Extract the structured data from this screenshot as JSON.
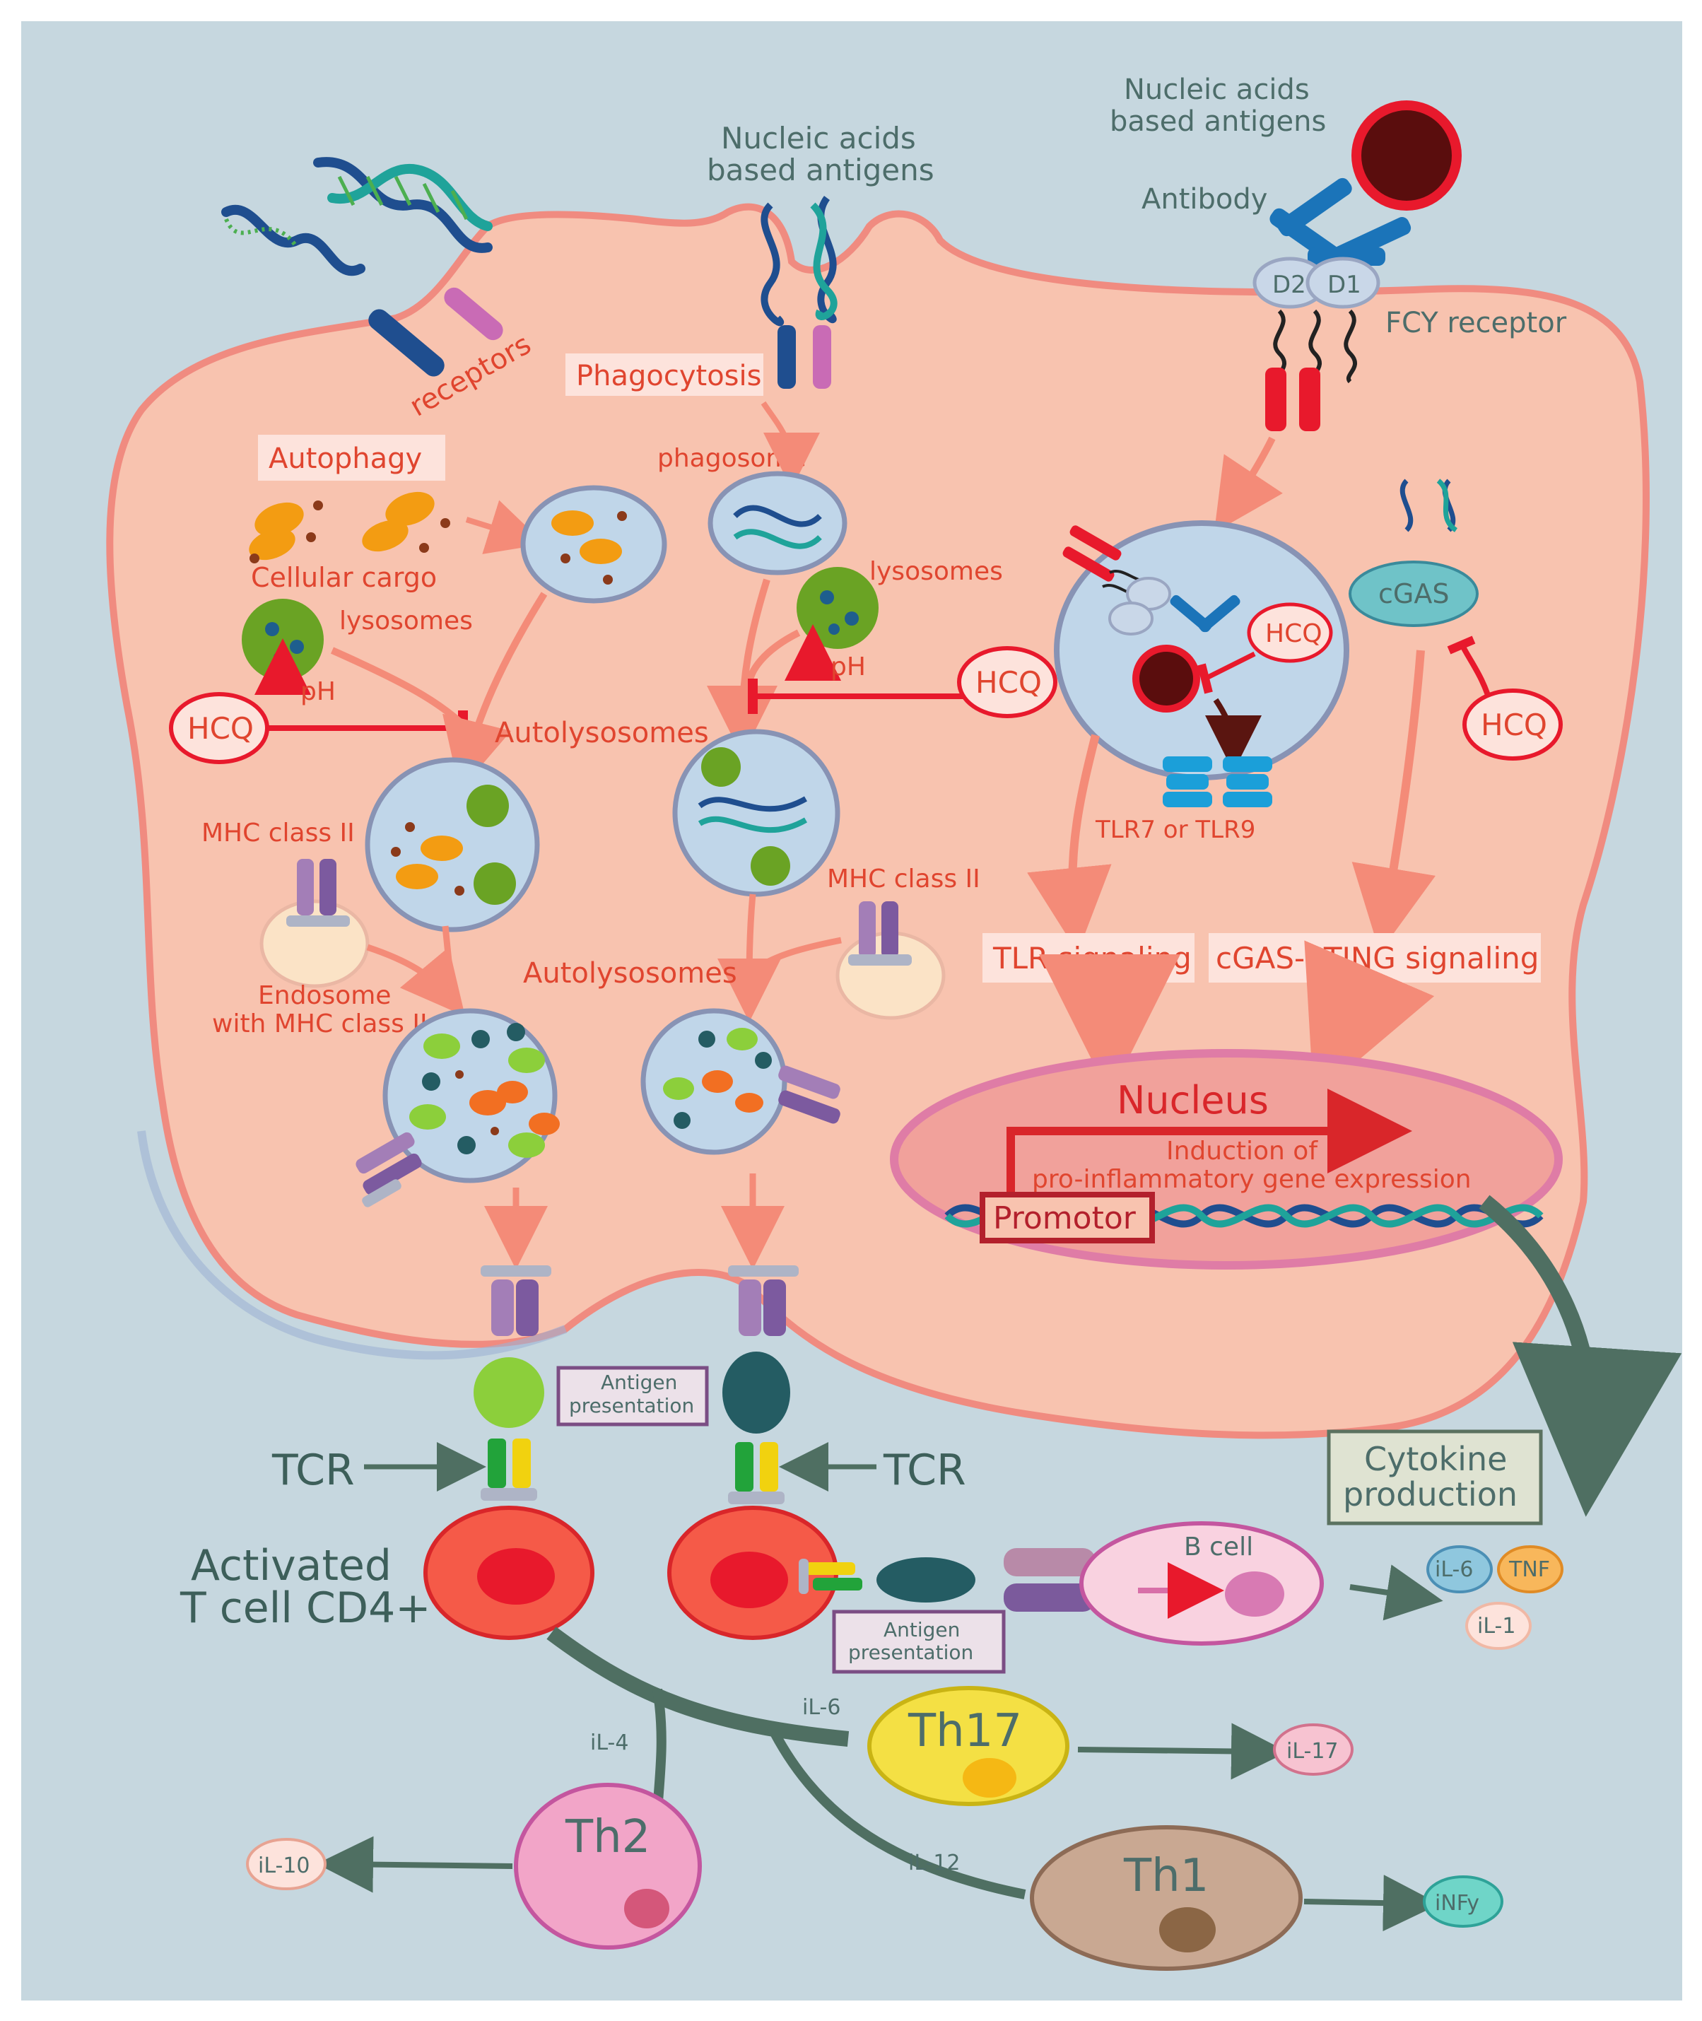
{
  "labels": {
    "nucleic_left_1": "Nucleic acids",
    "nucleic_left_2": "based antigens",
    "nucleic_right_1": "Nucleic acids",
    "nucleic_right_2": "based antigens",
    "antibody": "Antibody",
    "d2": "D2",
    "d1": "D1",
    "fcy_receptor": "FCY receptor",
    "receptors": "receptors",
    "phagocytosis": "Phagocytosis",
    "autophagy": "Autophagy",
    "phagosome": "phagosome",
    "cellular_cargo": "Cellular cargo",
    "lysosomes_left": "lysosomes",
    "lysosomes_mid": "lysosomes",
    "hcq_left": "HCQ",
    "hcq_mid": "HCQ",
    "hcq_vesicle": "HCQ",
    "hcq_right": "HCQ",
    "ph_left": "pH",
    "ph_mid": "pH",
    "autolysosomes_top": "Autolysosomes",
    "autolysosomes_bottom": "Autolysosomes",
    "cgas": "cGAS",
    "tlr": "TLR7 or TLR9",
    "mhc_left": "MHC class II",
    "mhc_right": "MHC class II",
    "endosome_1": "Endosome",
    "endosome_2": "with MHC class II",
    "tlr_signaling": "TLR signaling",
    "cgas_sting": "cGAS-STING signaling",
    "nucleus": "Nucleus",
    "induction_1": "Induction of",
    "induction_2": "pro-inflammatory gene expression",
    "promotor": "Promotor",
    "antigen_1": "Antigen",
    "antigen_2": "presentation",
    "antigen_b_1": "Antigen",
    "antigen_b_2": "presentation",
    "tcr_left": "TCR",
    "tcr_right": "TCR",
    "activated_1": "Activated",
    "activated_2": "T cell CD4+",
    "cytokine_1": "Cytokine",
    "cytokine_2": "production",
    "b_cell": "B cell",
    "il6_out": "iL-6",
    "tnf": "TNF",
    "il1": "iL-1",
    "il6_path": "iL-6",
    "il4": "iL-4",
    "il12": "iL-12",
    "th17": "Th17",
    "th2": "Th2",
    "th1": "Th1",
    "il17": "iL-17",
    "il10": "iL-10",
    "infy": "iNFy"
  },
  "colors": {
    "background": "#c6d7df",
    "cell_body": "#f8c3af",
    "cell_border": "#f2867b",
    "text_red": "#e0452f",
    "text_gray": "#4d6d6a",
    "pathway_arrow": "#4f6f62",
    "inhibition": "#e8192c",
    "vesicle": "#c0d6e9",
    "t_cell": "#f55a48",
    "th17": "#f4e044",
    "th2": "#f2a5c8",
    "th1": "#c9a892"
  }
}
